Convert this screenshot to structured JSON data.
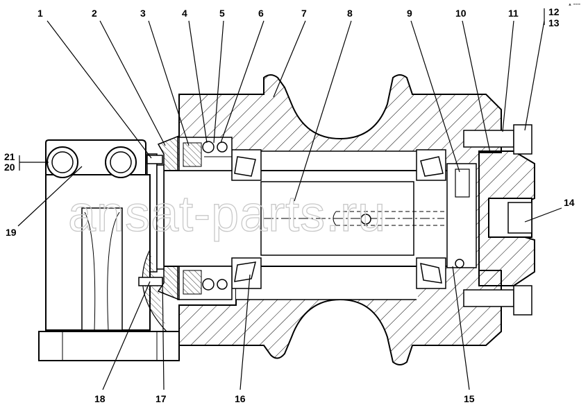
{
  "watermark": "ansat-parts.ru",
  "corner_mark": "▲ ===",
  "callouts": {
    "c1": "1",
    "c2": "2",
    "c3": "3",
    "c4": "4",
    "c5": "5",
    "c6": "6",
    "c7": "7",
    "c8": "8",
    "c9": "9",
    "c10": "10",
    "c11": "11",
    "c12": "12",
    "c13": "13",
    "c14": "14",
    "c15": "15",
    "c16": "16",
    "c17": "17",
    "c18": "18",
    "c19": "19",
    "c20": "20",
    "c21": "21"
  }
}
